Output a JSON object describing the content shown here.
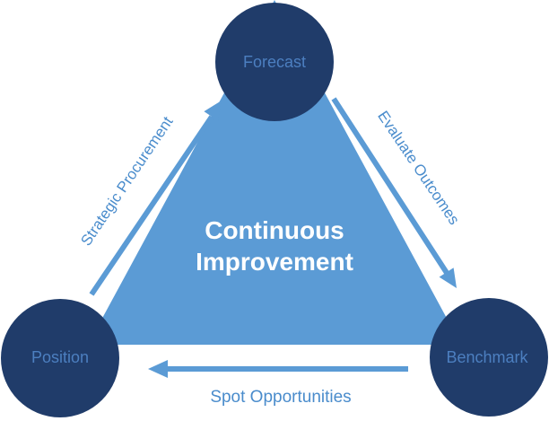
{
  "diagram": {
    "type": "triangular-cycle-diagram",
    "center_label": {
      "line1": "Continuous",
      "line2": "Improvement"
    },
    "nodes": {
      "forecast": {
        "label": "Forecast"
      },
      "position": {
        "label": "Position"
      },
      "benchmark": {
        "label": "Benchmark"
      }
    },
    "edges": {
      "strategic_procurement": {
        "label": "Strategic Procurement",
        "from": "Position",
        "to": "Forecast"
      },
      "evaluate_outcomes": {
        "label": "Evaluate Outcomes",
        "from": "Forecast",
        "to": "Benchmark"
      },
      "spot_opportunities": {
        "label": "Spot Opportunities",
        "from": "Benchmark",
        "to": "Position"
      }
    },
    "colors": {
      "background": "#FFFFFF",
      "node_fill": "#203C6A",
      "node_label": "#4C7FC0",
      "triangle_fill": "#5B9BD5",
      "arrow": "#5B9BD5",
      "edge_label": "#4A8CCC",
      "center_label": "#FFFFFF"
    }
  }
}
